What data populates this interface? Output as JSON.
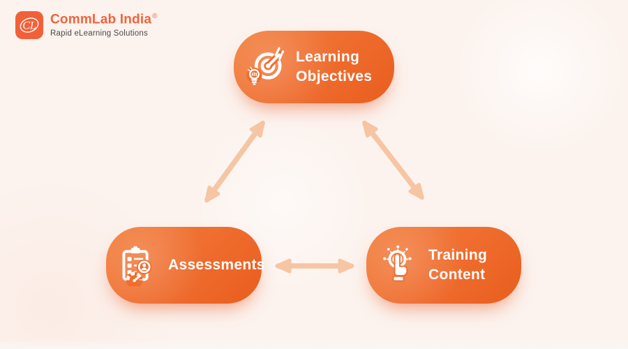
{
  "brand": {
    "monogram": "CL",
    "name": "CommLab India",
    "registered_mark": "®",
    "tagline": "Rapid eLearning Solutions"
  },
  "diagram": {
    "nodes": [
      {
        "id": "learning-objectives",
        "label": "Learning Objectives",
        "icon": "target-dart-lightbulb-icon"
      },
      {
        "id": "assessments",
        "label": "Assessments",
        "icon": "clipboard-checklist-gauge-icon"
      },
      {
        "id": "training-content",
        "label": "Training Content",
        "icon": "interactive-touch-icon"
      }
    ],
    "connections": [
      {
        "from": "learning-objectives",
        "to": "assessments",
        "style": "double-headed-arrow"
      },
      {
        "from": "learning-objectives",
        "to": "training-content",
        "style": "double-headed-arrow"
      },
      {
        "from": "assessments",
        "to": "training-content",
        "style": "double-headed-arrow"
      }
    ]
  },
  "colors": {
    "background": "#FCF3EE",
    "node_gradient_start": "#F2803F",
    "node_gradient_end": "#E95E1E",
    "arrow": "#F6C5A3",
    "node_text": "#FFFFFF",
    "brand_orange": "#F2633C",
    "tagline_gray": "#4A4A4A"
  }
}
